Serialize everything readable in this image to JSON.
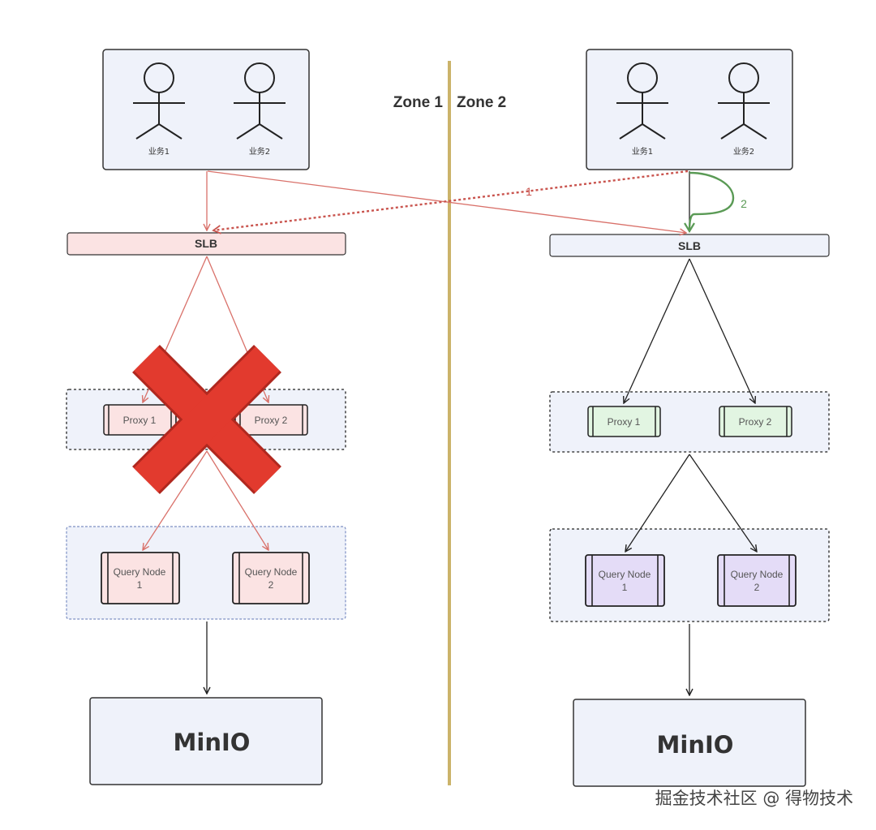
{
  "zones": {
    "left": "Zone 1",
    "right": "Zone 2"
  },
  "actors": {
    "left": [
      "业务1",
      "业务2"
    ],
    "right": [
      "业务1",
      "业务2"
    ]
  },
  "slb": {
    "left": "SLB",
    "right": "SLB"
  },
  "proxies": {
    "left": [
      "Proxy 1",
      "Proxy 2"
    ],
    "right": [
      "Proxy 1",
      "Proxy 2"
    ]
  },
  "query_nodes": {
    "left": [
      [
        "Query Node",
        "1"
      ],
      [
        "Query Node",
        "2"
      ]
    ],
    "right": [
      [
        "Query Node",
        "1"
      ],
      [
        "Query Node",
        "2"
      ]
    ]
  },
  "storage": {
    "left": "MinIO",
    "right": "MinIO"
  },
  "route_labels": {
    "failover": "1",
    "local_retry": "2"
  },
  "watermark": "掘金技术社区 @ 得物技术",
  "colors": {
    "failed_path": "#d9716a",
    "failover_path": "#c9544e",
    "retry_path": "#5a9a55",
    "cross_mark": "#e23a2e",
    "zone_divider": "#cbb36a",
    "box_fill": "#eff2fa",
    "slb_failed_fill": "#fbe3e3",
    "proxy_ok_fill": "#e2f5e2",
    "query_ok_fill": "#e4dcf7"
  }
}
